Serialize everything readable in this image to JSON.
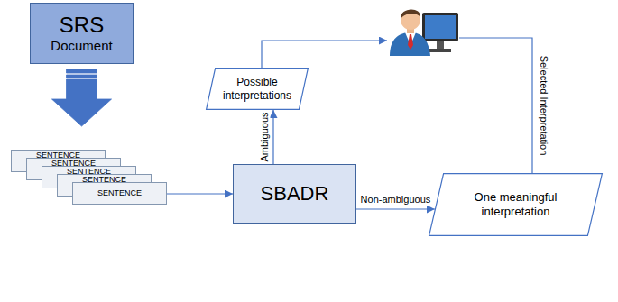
{
  "diagram": {
    "nodes": [
      {
        "text": [
          "SRS",
          "Document"
        ]
      },
      {
        "text": [
          "SENTENCE"
        ]
      },
      {
        "text": [
          "SENTENCE"
        ]
      },
      {
        "text": [
          "SENTENCE"
        ]
      },
      {
        "text": [
          "SENTENCE"
        ]
      },
      {
        "text": [
          "SENTENCE"
        ]
      },
      {
        "text": [
          "SBADR"
        ]
      },
      {
        "text": [
          "Possible interpretations"
        ]
      },
      {
        "text": [
          "One meaningful interpretation"
        ]
      }
    ],
    "edges": [
      {
        "from": 0,
        "to": 1,
        "arrow": "to"
      },
      {
        "from": 5,
        "to": 6,
        "arrow": "to"
      },
      {
        "from": 6,
        "to": 7,
        "arrow": "to",
        "label": "Ambiguous"
      },
      {
        "from": 6,
        "to": 8,
        "arrow": "to",
        "label": "Non-ambiguous"
      }
    ],
    "labels": [
      "Selected Interpretation"
    ]
  }
}
